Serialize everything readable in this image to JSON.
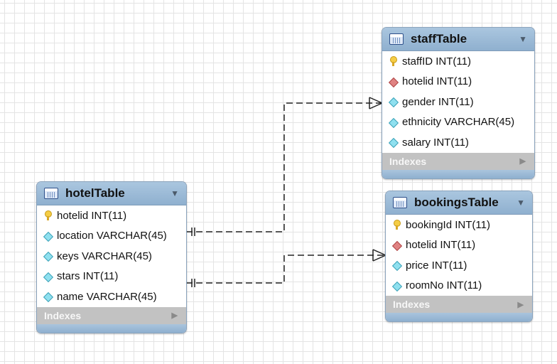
{
  "tables": [
    {
      "id": "staff",
      "title": "staffTable",
      "columns": [
        {
          "name": "staffID INT(11)",
          "icon": "key"
        },
        {
          "name": "hotelid INT(11)",
          "icon": "diamond-fk"
        },
        {
          "name": "gender INT(11)",
          "icon": "diamond"
        },
        {
          "name": "ethnicity VARCHAR(45)",
          "icon": "diamond"
        },
        {
          "name": "salary INT(11)",
          "icon": "diamond"
        }
      ],
      "indexes_label": "Indexes"
    },
    {
      "id": "hotel",
      "title": "hotelTable",
      "columns": [
        {
          "name": "hotelid INT(11)",
          "icon": "key"
        },
        {
          "name": "location VARCHAR(45)",
          "icon": "diamond"
        },
        {
          "name": "keys VARCHAR(45)",
          "icon": "diamond"
        },
        {
          "name": "stars INT(11)",
          "icon": "diamond"
        },
        {
          "name": "name VARCHAR(45)",
          "icon": "diamond"
        }
      ],
      "indexes_label": "Indexes"
    },
    {
      "id": "bookings",
      "title": "bookingsTable",
      "columns": [
        {
          "name": "bookingId INT(11)",
          "icon": "key"
        },
        {
          "name": "hotelid INT(11)",
          "icon": "diamond-fk"
        },
        {
          "name": "price INT(11)",
          "icon": "diamond"
        },
        {
          "name": "roomNo INT(11)",
          "icon": "diamond"
        }
      ],
      "indexes_label": "Indexes"
    }
  ],
  "relationships": [
    {
      "from": "hotelTable",
      "to": "staffTable",
      "type": "one-to-many"
    },
    {
      "from": "hotelTable",
      "to": "bookingsTable",
      "type": "one-to-many"
    }
  ],
  "colors": {
    "header": "#9dbbd8",
    "index_bar": "#c2c2c2",
    "connector": "#222222"
  }
}
